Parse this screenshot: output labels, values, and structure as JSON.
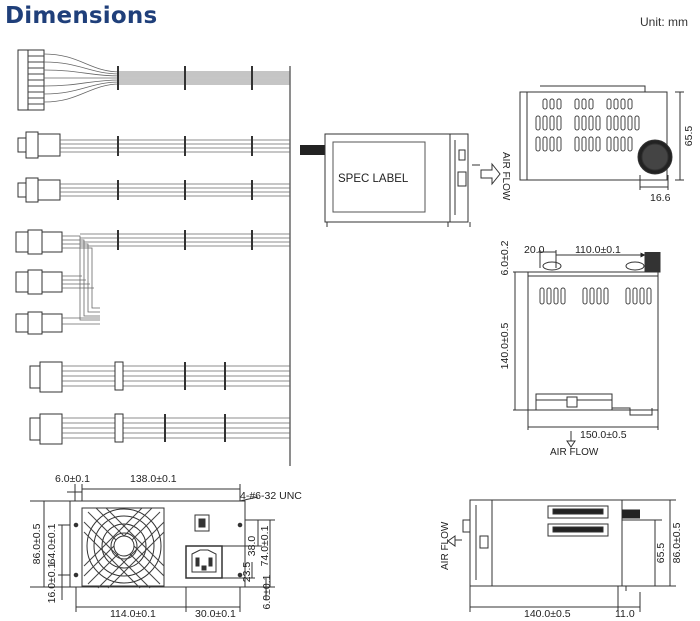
{
  "header": {
    "title": "Dimensions",
    "unit": "Unit: mm"
  },
  "side_view": {
    "label": "SPEC LABEL",
    "airflow": "AIR FLOW"
  },
  "front_view": {
    "dim_height": "65.5",
    "dim_fan_offset": "16.6"
  },
  "top_view": {
    "dim_top_left": "6.0±0.2",
    "dim_left": "20.0",
    "dim_width": "110.0±0.1",
    "dim_depth": "140.0±0.5",
    "dim_bottom": "150.0±0.5",
    "airflow": "AIR FLOW"
  },
  "fan_view": {
    "dim_left_small": "6.0±0.1",
    "dim_top": "138.0±0.1",
    "screw_note": "4-#6-32 UNC",
    "dim_height_outer": "86.0±0.5",
    "dim_height_inner": "64.0±0.1",
    "dim_38": "38.0",
    "dim_74": "74.0±0.1",
    "dim_235": "23.5",
    "dim_6b": "6.0±0.1",
    "dim_16": "16.0±0.1",
    "dim_114": "114.0±0.1",
    "dim_30": "30.0±0.1"
  },
  "rear_view": {
    "airflow": "AIR FLOW",
    "dim_655": "65.5",
    "dim_86": "86.0±0.5",
    "dim_140": "140.0±0.5",
    "dim_11": "11.0"
  }
}
